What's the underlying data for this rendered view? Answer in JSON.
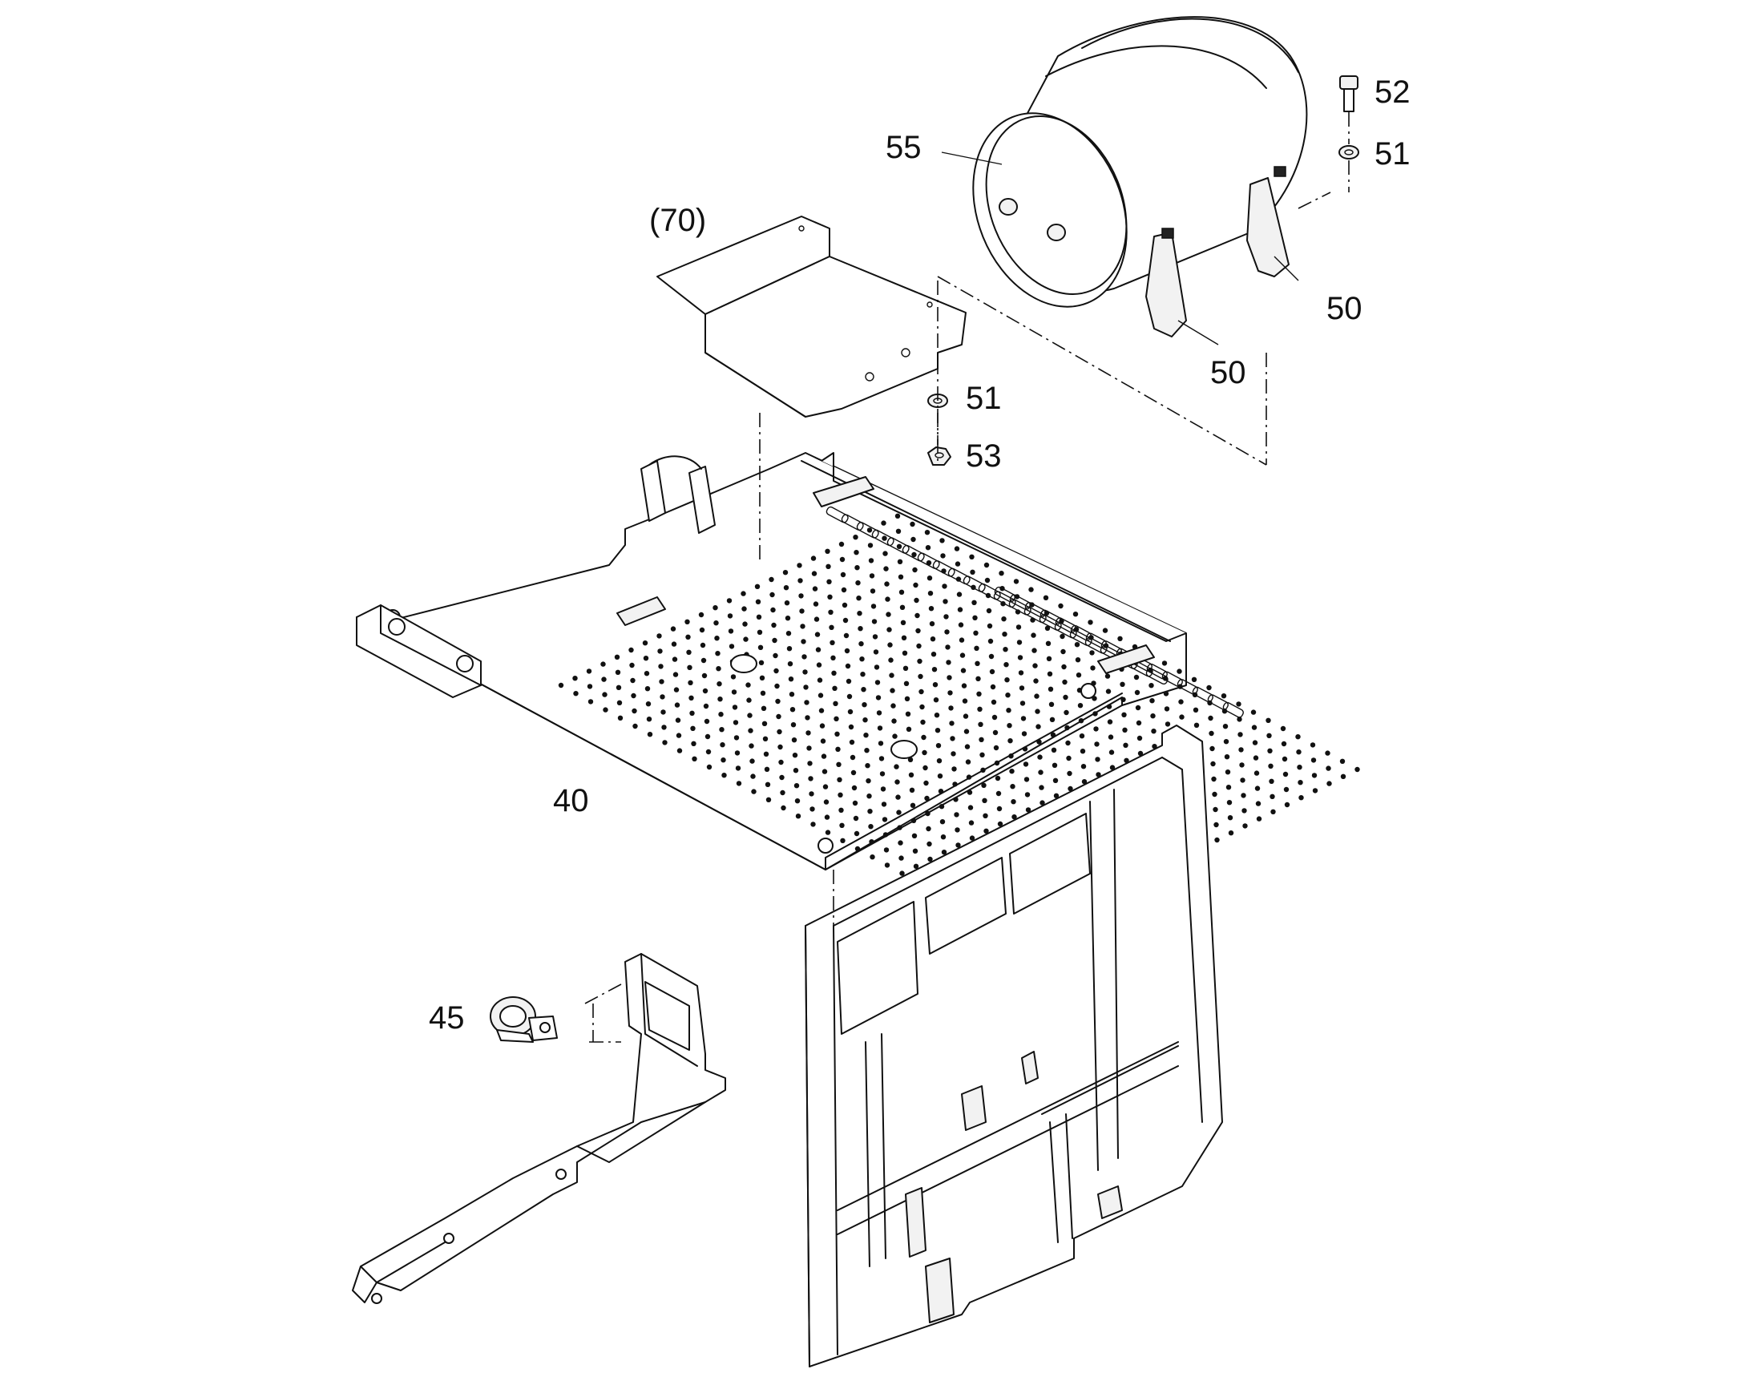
{
  "callouts": {
    "c40": "40",
    "c45": "45",
    "c50a": "50",
    "c50b": "50",
    "c51a": "51",
    "c51b": "51",
    "c52": "52",
    "c53": "53",
    "c55": "55",
    "c70": "(70)"
  }
}
